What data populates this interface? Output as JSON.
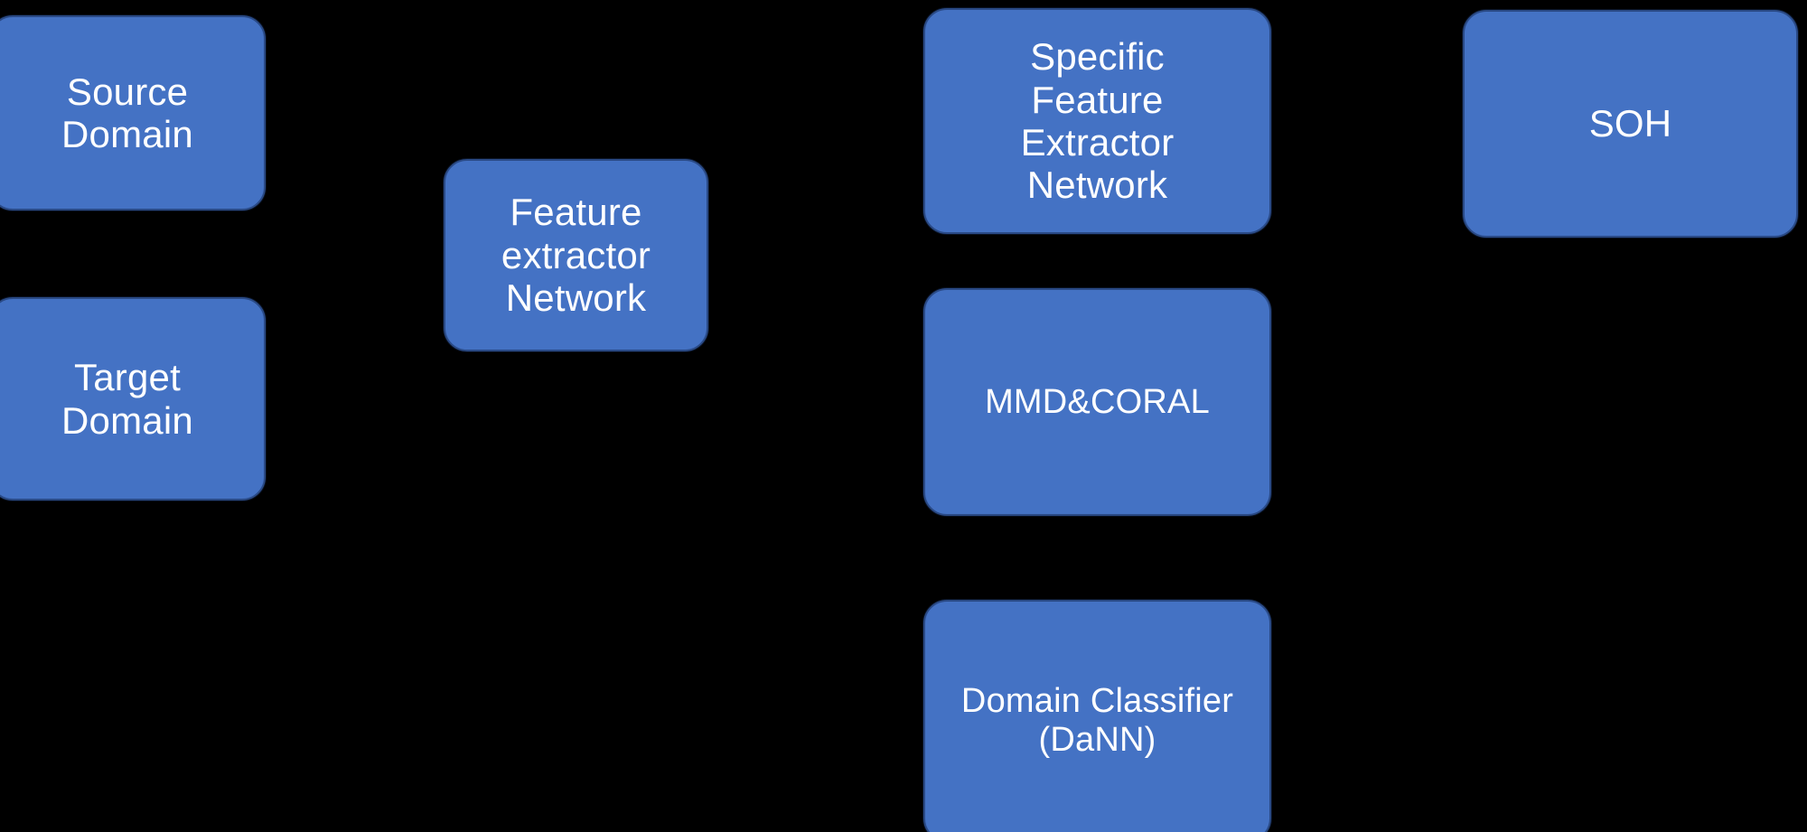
{
  "diagram": {
    "title": "Transfer Learning / Domain Adaptation Block Diagram",
    "background_color": "#000000",
    "node_fill_color": "#4472C4",
    "node_border_color": "#2A4A86",
    "node_text_color": "#FFFFFF",
    "nodes": [
      {
        "id": "source-domain",
        "label": "Source\nDomain",
        "column": "inputs",
        "clipped": "left"
      },
      {
        "id": "target-domain",
        "label": "Target\nDomain",
        "column": "inputs",
        "clipped": "left"
      },
      {
        "id": "feature-extractor",
        "label": "Feature\nextractor\nNetwork",
        "column": "shared-extractor",
        "clipped": "none"
      },
      {
        "id": "specific-feature-extractor",
        "label": "Specific\nFeature\nExtractor\nNetwork",
        "column": "branches",
        "clipped": "none"
      },
      {
        "id": "mmd-coral",
        "label": "MMD&CORAL",
        "column": "branches",
        "clipped": "none"
      },
      {
        "id": "domain-classifier",
        "label": "Domain Classifier\n(DaNN)",
        "column": "branches",
        "clipped": "bottom"
      },
      {
        "id": "soh",
        "label": "SOH",
        "column": "output",
        "clipped": "none"
      }
    ]
  }
}
